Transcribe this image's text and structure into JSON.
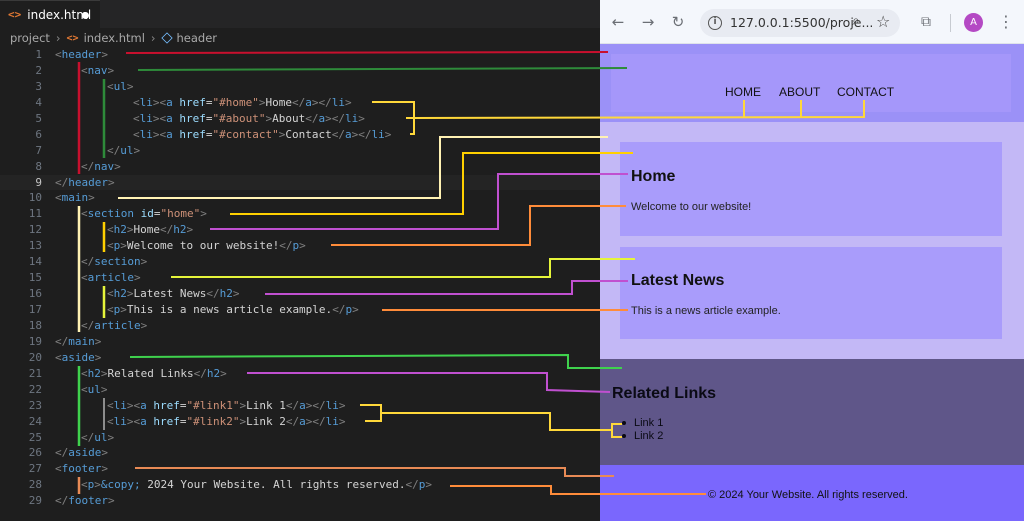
{
  "editor": {
    "tab_icon": "<>",
    "tab_title": "index.html",
    "breadcrumb": {
      "folder": "project",
      "file": "index.html",
      "symbol": "header"
    },
    "active_line": 9,
    "lines": [
      {
        "n": "1",
        "indent": 1,
        "tokens": [
          [
            "br",
            "<"
          ],
          [
            "tag",
            "header"
          ],
          [
            "br",
            ">"
          ]
        ]
      },
      {
        "n": "2",
        "indent": 2,
        "tokens": [
          [
            "br",
            "<"
          ],
          [
            "tag",
            "nav"
          ],
          [
            "br",
            ">"
          ]
        ]
      },
      {
        "n": "3",
        "indent": 3,
        "tokens": [
          [
            "br",
            "<"
          ],
          [
            "tag",
            "ul"
          ],
          [
            "br",
            ">"
          ]
        ]
      },
      {
        "n": "4",
        "indent": 4,
        "tokens": [
          [
            "br",
            "<"
          ],
          [
            "tag",
            "li"
          ],
          [
            "br",
            "><"
          ],
          [
            "tag",
            "a"
          ],
          [
            "txt",
            " "
          ],
          [
            "attr",
            "href"
          ],
          [
            "txt",
            "="
          ],
          [
            "str",
            "\"#home\""
          ],
          [
            "br",
            ">"
          ],
          [
            "txt",
            "Home"
          ],
          [
            "br",
            "</"
          ],
          [
            "tag",
            "a"
          ],
          [
            "br",
            "></"
          ],
          [
            "tag",
            "li"
          ],
          [
            "br",
            ">"
          ]
        ]
      },
      {
        "n": "5",
        "indent": 4,
        "tokens": [
          [
            "br",
            "<"
          ],
          [
            "tag",
            "li"
          ],
          [
            "br",
            "><"
          ],
          [
            "tag",
            "a"
          ],
          [
            "txt",
            " "
          ],
          [
            "attr",
            "href"
          ],
          [
            "txt",
            "="
          ],
          [
            "str",
            "\"#about\""
          ],
          [
            "br",
            ">"
          ],
          [
            "txt",
            "About"
          ],
          [
            "br",
            "</"
          ],
          [
            "tag",
            "a"
          ],
          [
            "br",
            "></"
          ],
          [
            "tag",
            "li"
          ],
          [
            "br",
            ">"
          ]
        ]
      },
      {
        "n": "6",
        "indent": 4,
        "tokens": [
          [
            "br",
            "<"
          ],
          [
            "tag",
            "li"
          ],
          [
            "br",
            "><"
          ],
          [
            "tag",
            "a"
          ],
          [
            "txt",
            " "
          ],
          [
            "attr",
            "href"
          ],
          [
            "txt",
            "="
          ],
          [
            "str",
            "\"#contact\""
          ],
          [
            "br",
            ">"
          ],
          [
            "txt",
            "Contact"
          ],
          [
            "br",
            "</"
          ],
          [
            "tag",
            "a"
          ],
          [
            "br",
            "></"
          ],
          [
            "tag",
            "li"
          ],
          [
            "br",
            ">"
          ]
        ]
      },
      {
        "n": "7",
        "indent": 3,
        "tokens": [
          [
            "br",
            "</"
          ],
          [
            "tag",
            "ul"
          ],
          [
            "br",
            ">"
          ]
        ]
      },
      {
        "n": "8",
        "indent": 2,
        "tokens": [
          [
            "br",
            "</"
          ],
          [
            "tag",
            "nav"
          ],
          [
            "br",
            ">"
          ]
        ]
      },
      {
        "n": "9",
        "indent": 1,
        "tokens": [
          [
            "br",
            "</"
          ],
          [
            "tag",
            "header"
          ],
          [
            "br",
            ">"
          ]
        ]
      },
      {
        "n": "10",
        "indent": 1,
        "tokens": [
          [
            "br",
            "<"
          ],
          [
            "tag",
            "main"
          ],
          [
            "br",
            ">"
          ]
        ]
      },
      {
        "n": "11",
        "indent": 2,
        "tokens": [
          [
            "br",
            "<"
          ],
          [
            "tag",
            "section"
          ],
          [
            "txt",
            " "
          ],
          [
            "attr",
            "id"
          ],
          [
            "txt",
            "="
          ],
          [
            "str",
            "\"home\""
          ],
          [
            "br",
            ">"
          ]
        ]
      },
      {
        "n": "12",
        "indent": 3,
        "tokens": [
          [
            "br",
            "<"
          ],
          [
            "tag",
            "h2"
          ],
          [
            "br",
            ">"
          ],
          [
            "txt",
            "Home"
          ],
          [
            "br",
            "</"
          ],
          [
            "tag",
            "h2"
          ],
          [
            "br",
            ">"
          ]
        ]
      },
      {
        "n": "13",
        "indent": 3,
        "tokens": [
          [
            "br",
            "<"
          ],
          [
            "tag",
            "p"
          ],
          [
            "br",
            ">"
          ],
          [
            "txt",
            "Welcome to our website!"
          ],
          [
            "br",
            "</"
          ],
          [
            "tag",
            "p"
          ],
          [
            "br",
            ">"
          ]
        ]
      },
      {
        "n": "14",
        "indent": 2,
        "tokens": [
          [
            "br",
            "</"
          ],
          [
            "tag",
            "section"
          ],
          [
            "br",
            ">"
          ]
        ]
      },
      {
        "n": "15",
        "indent": 2,
        "tokens": [
          [
            "br",
            "<"
          ],
          [
            "tag",
            "article"
          ],
          [
            "br",
            ">"
          ]
        ]
      },
      {
        "n": "16",
        "indent": 3,
        "tokens": [
          [
            "br",
            "<"
          ],
          [
            "tag",
            "h2"
          ],
          [
            "br",
            ">"
          ],
          [
            "txt",
            "Latest News"
          ],
          [
            "br",
            "</"
          ],
          [
            "tag",
            "h2"
          ],
          [
            "br",
            ">"
          ]
        ]
      },
      {
        "n": "17",
        "indent": 3,
        "tokens": [
          [
            "br",
            "<"
          ],
          [
            "tag",
            "p"
          ],
          [
            "br",
            ">"
          ],
          [
            "txt",
            "This is a news article example."
          ],
          [
            "br",
            "</"
          ],
          [
            "tag",
            "p"
          ],
          [
            "br",
            ">"
          ]
        ]
      },
      {
        "n": "18",
        "indent": 2,
        "tokens": [
          [
            "br",
            "</"
          ],
          [
            "tag",
            "article"
          ],
          [
            "br",
            ">"
          ]
        ]
      },
      {
        "n": "19",
        "indent": 1,
        "tokens": [
          [
            "br",
            "</"
          ],
          [
            "tag",
            "main"
          ],
          [
            "br",
            ">"
          ]
        ]
      },
      {
        "n": "20",
        "indent": 1,
        "tokens": [
          [
            "br",
            "<"
          ],
          [
            "tag",
            "aside"
          ],
          [
            "br",
            ">"
          ]
        ]
      },
      {
        "n": "21",
        "indent": 2,
        "tokens": [
          [
            "br",
            "<"
          ],
          [
            "tag",
            "h2"
          ],
          [
            "br",
            ">"
          ],
          [
            "txt",
            "Related Links"
          ],
          [
            "br",
            "</"
          ],
          [
            "tag",
            "h2"
          ],
          [
            "br",
            ">"
          ]
        ]
      },
      {
        "n": "22",
        "indent": 2,
        "tokens": [
          [
            "br",
            "<"
          ],
          [
            "tag",
            "ul"
          ],
          [
            "br",
            ">"
          ]
        ]
      },
      {
        "n": "23",
        "indent": 3,
        "tokens": [
          [
            "br",
            "<"
          ],
          [
            "tag",
            "li"
          ],
          [
            "br",
            "><"
          ],
          [
            "tag",
            "a"
          ],
          [
            "txt",
            " "
          ],
          [
            "attr",
            "href"
          ],
          [
            "txt",
            "="
          ],
          [
            "str",
            "\"#link1\""
          ],
          [
            "br",
            ">"
          ],
          [
            "txt",
            "Link 1"
          ],
          [
            "br",
            "</"
          ],
          [
            "tag",
            "a"
          ],
          [
            "br",
            "></"
          ],
          [
            "tag",
            "li"
          ],
          [
            "br",
            ">"
          ]
        ]
      },
      {
        "n": "24",
        "indent": 3,
        "tokens": [
          [
            "br",
            "<"
          ],
          [
            "tag",
            "li"
          ],
          [
            "br",
            "><"
          ],
          [
            "tag",
            "a"
          ],
          [
            "txt",
            " "
          ],
          [
            "attr",
            "href"
          ],
          [
            "txt",
            "="
          ],
          [
            "str",
            "\"#link2\""
          ],
          [
            "br",
            ">"
          ],
          [
            "txt",
            "Link 2"
          ],
          [
            "br",
            "</"
          ],
          [
            "tag",
            "a"
          ],
          [
            "br",
            "></"
          ],
          [
            "tag",
            "li"
          ],
          [
            "br",
            ">"
          ]
        ]
      },
      {
        "n": "25",
        "indent": 2,
        "tokens": [
          [
            "br",
            "</"
          ],
          [
            "tag",
            "ul"
          ],
          [
            "br",
            ">"
          ]
        ]
      },
      {
        "n": "26",
        "indent": 1,
        "tokens": [
          [
            "br",
            "</"
          ],
          [
            "tag",
            "aside"
          ],
          [
            "br",
            ">"
          ]
        ]
      },
      {
        "n": "27",
        "indent": 1,
        "tokens": [
          [
            "br",
            "<"
          ],
          [
            "tag",
            "footer"
          ],
          [
            "br",
            ">"
          ]
        ]
      },
      {
        "n": "28",
        "indent": 2,
        "tokens": [
          [
            "br",
            "<"
          ],
          [
            "tag",
            "p"
          ],
          [
            "br",
            ">"
          ],
          [
            "ent",
            "&copy;"
          ],
          [
            "txt",
            " 2024 Your Website. All rights reserved."
          ],
          [
            "br",
            "</"
          ],
          [
            "tag",
            "p"
          ],
          [
            "br",
            ">"
          ]
        ]
      },
      {
        "n": "29",
        "indent": 1,
        "tokens": [
          [
            "br",
            "</"
          ],
          [
            "tag",
            "footer"
          ],
          [
            "br",
            ">"
          ]
        ]
      }
    ]
  },
  "browser": {
    "url": "127.0.0.1:5500/proje...",
    "avatar_letter": "A",
    "page": {
      "nav_links": [
        "HOME",
        "ABOUT",
        "CONTACT"
      ],
      "section_heading": "Home",
      "section_text": "Welcome to our website!",
      "article_heading": "Latest News",
      "article_text": "This is a news article example.",
      "aside_heading": "Related Links",
      "aside_links": [
        "Link 1",
        "Link 2"
      ],
      "footer_text": "© 2024 Your Website. All rights reserved."
    }
  },
  "colors": {
    "header_line": "#c8102e",
    "nav_line": "#2e8b3a",
    "list_line": "#ffd83a",
    "main_line": "#fff2b3",
    "section_line": "#ffd000",
    "heading_line": "#c050d0",
    "paragraph_line": "#ff8c3a",
    "article_line": "#e6f53a",
    "aside_line": "#3fd24d",
    "footer_line": "#e88a55"
  }
}
